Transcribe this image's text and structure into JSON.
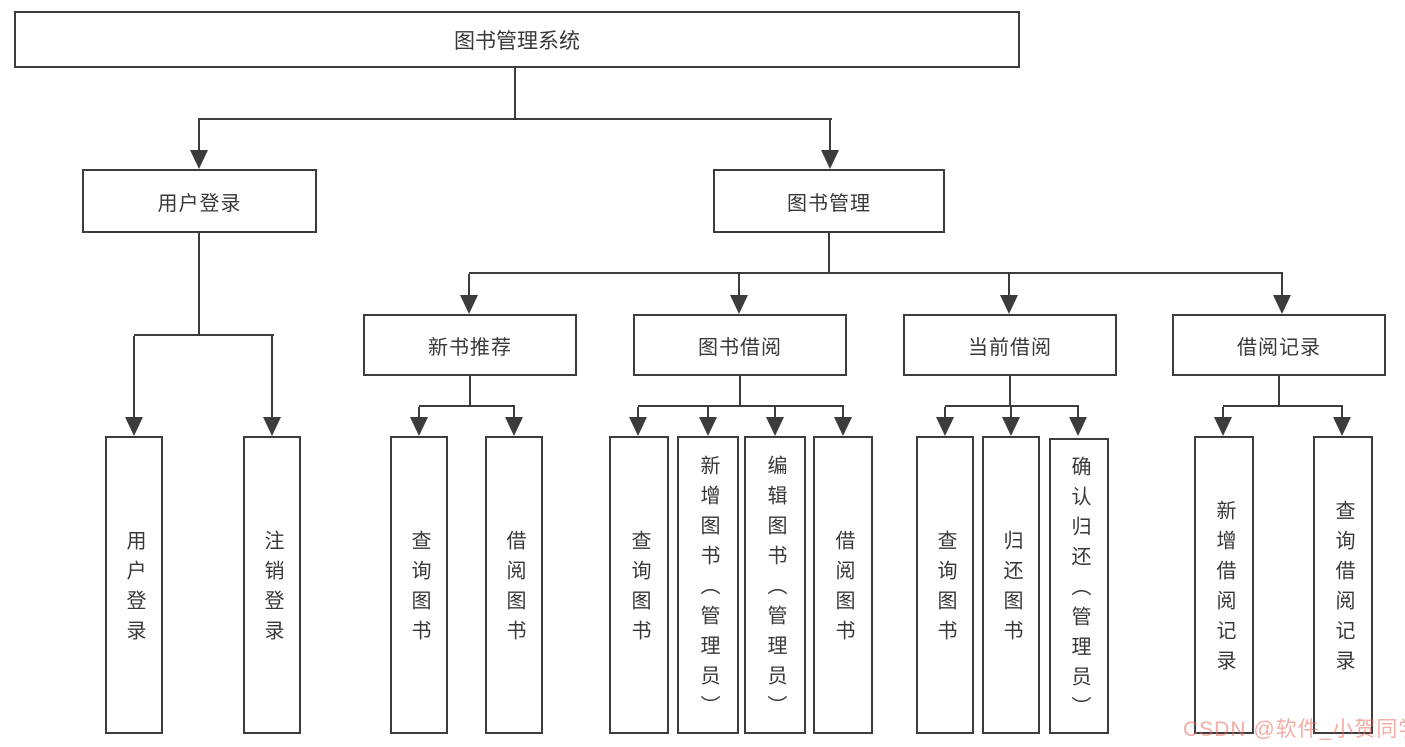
{
  "diagram": {
    "root": {
      "label": "图书管理系统"
    },
    "branches": [
      {
        "label": "用户登录",
        "leaves": [
          {
            "label": "用户登录"
          },
          {
            "label": "注销登录"
          }
        ]
      },
      {
        "label": "图书管理",
        "groups": [
          {
            "label": "新书推荐",
            "leaves": [
              {
                "label": "查询图书"
              },
              {
                "label": "借阅图书"
              }
            ]
          },
          {
            "label": "图书借阅",
            "leaves": [
              {
                "label": "查询图书"
              },
              {
                "label": "新增图书（管理员）"
              },
              {
                "label": "编辑图书（管理员）"
              },
              {
                "label": "借阅图书"
              }
            ]
          },
          {
            "label": "当前借阅",
            "leaves": [
              {
                "label": "查询图书"
              },
              {
                "label": "归还图书"
              },
              {
                "label": "确认归还（管理员）"
              }
            ]
          },
          {
            "label": "借阅记录",
            "leaves": [
              {
                "label": "新增借阅记录"
              },
              {
                "label": "查询借阅记录"
              }
            ]
          }
        ]
      }
    ],
    "watermark": {
      "text": "CSDN @软件_小贺同学",
      "color": "#fc5531"
    },
    "colors": {
      "line": "#3c3c3c",
      "text": "#383838",
      "background": "#ffffff"
    }
  }
}
